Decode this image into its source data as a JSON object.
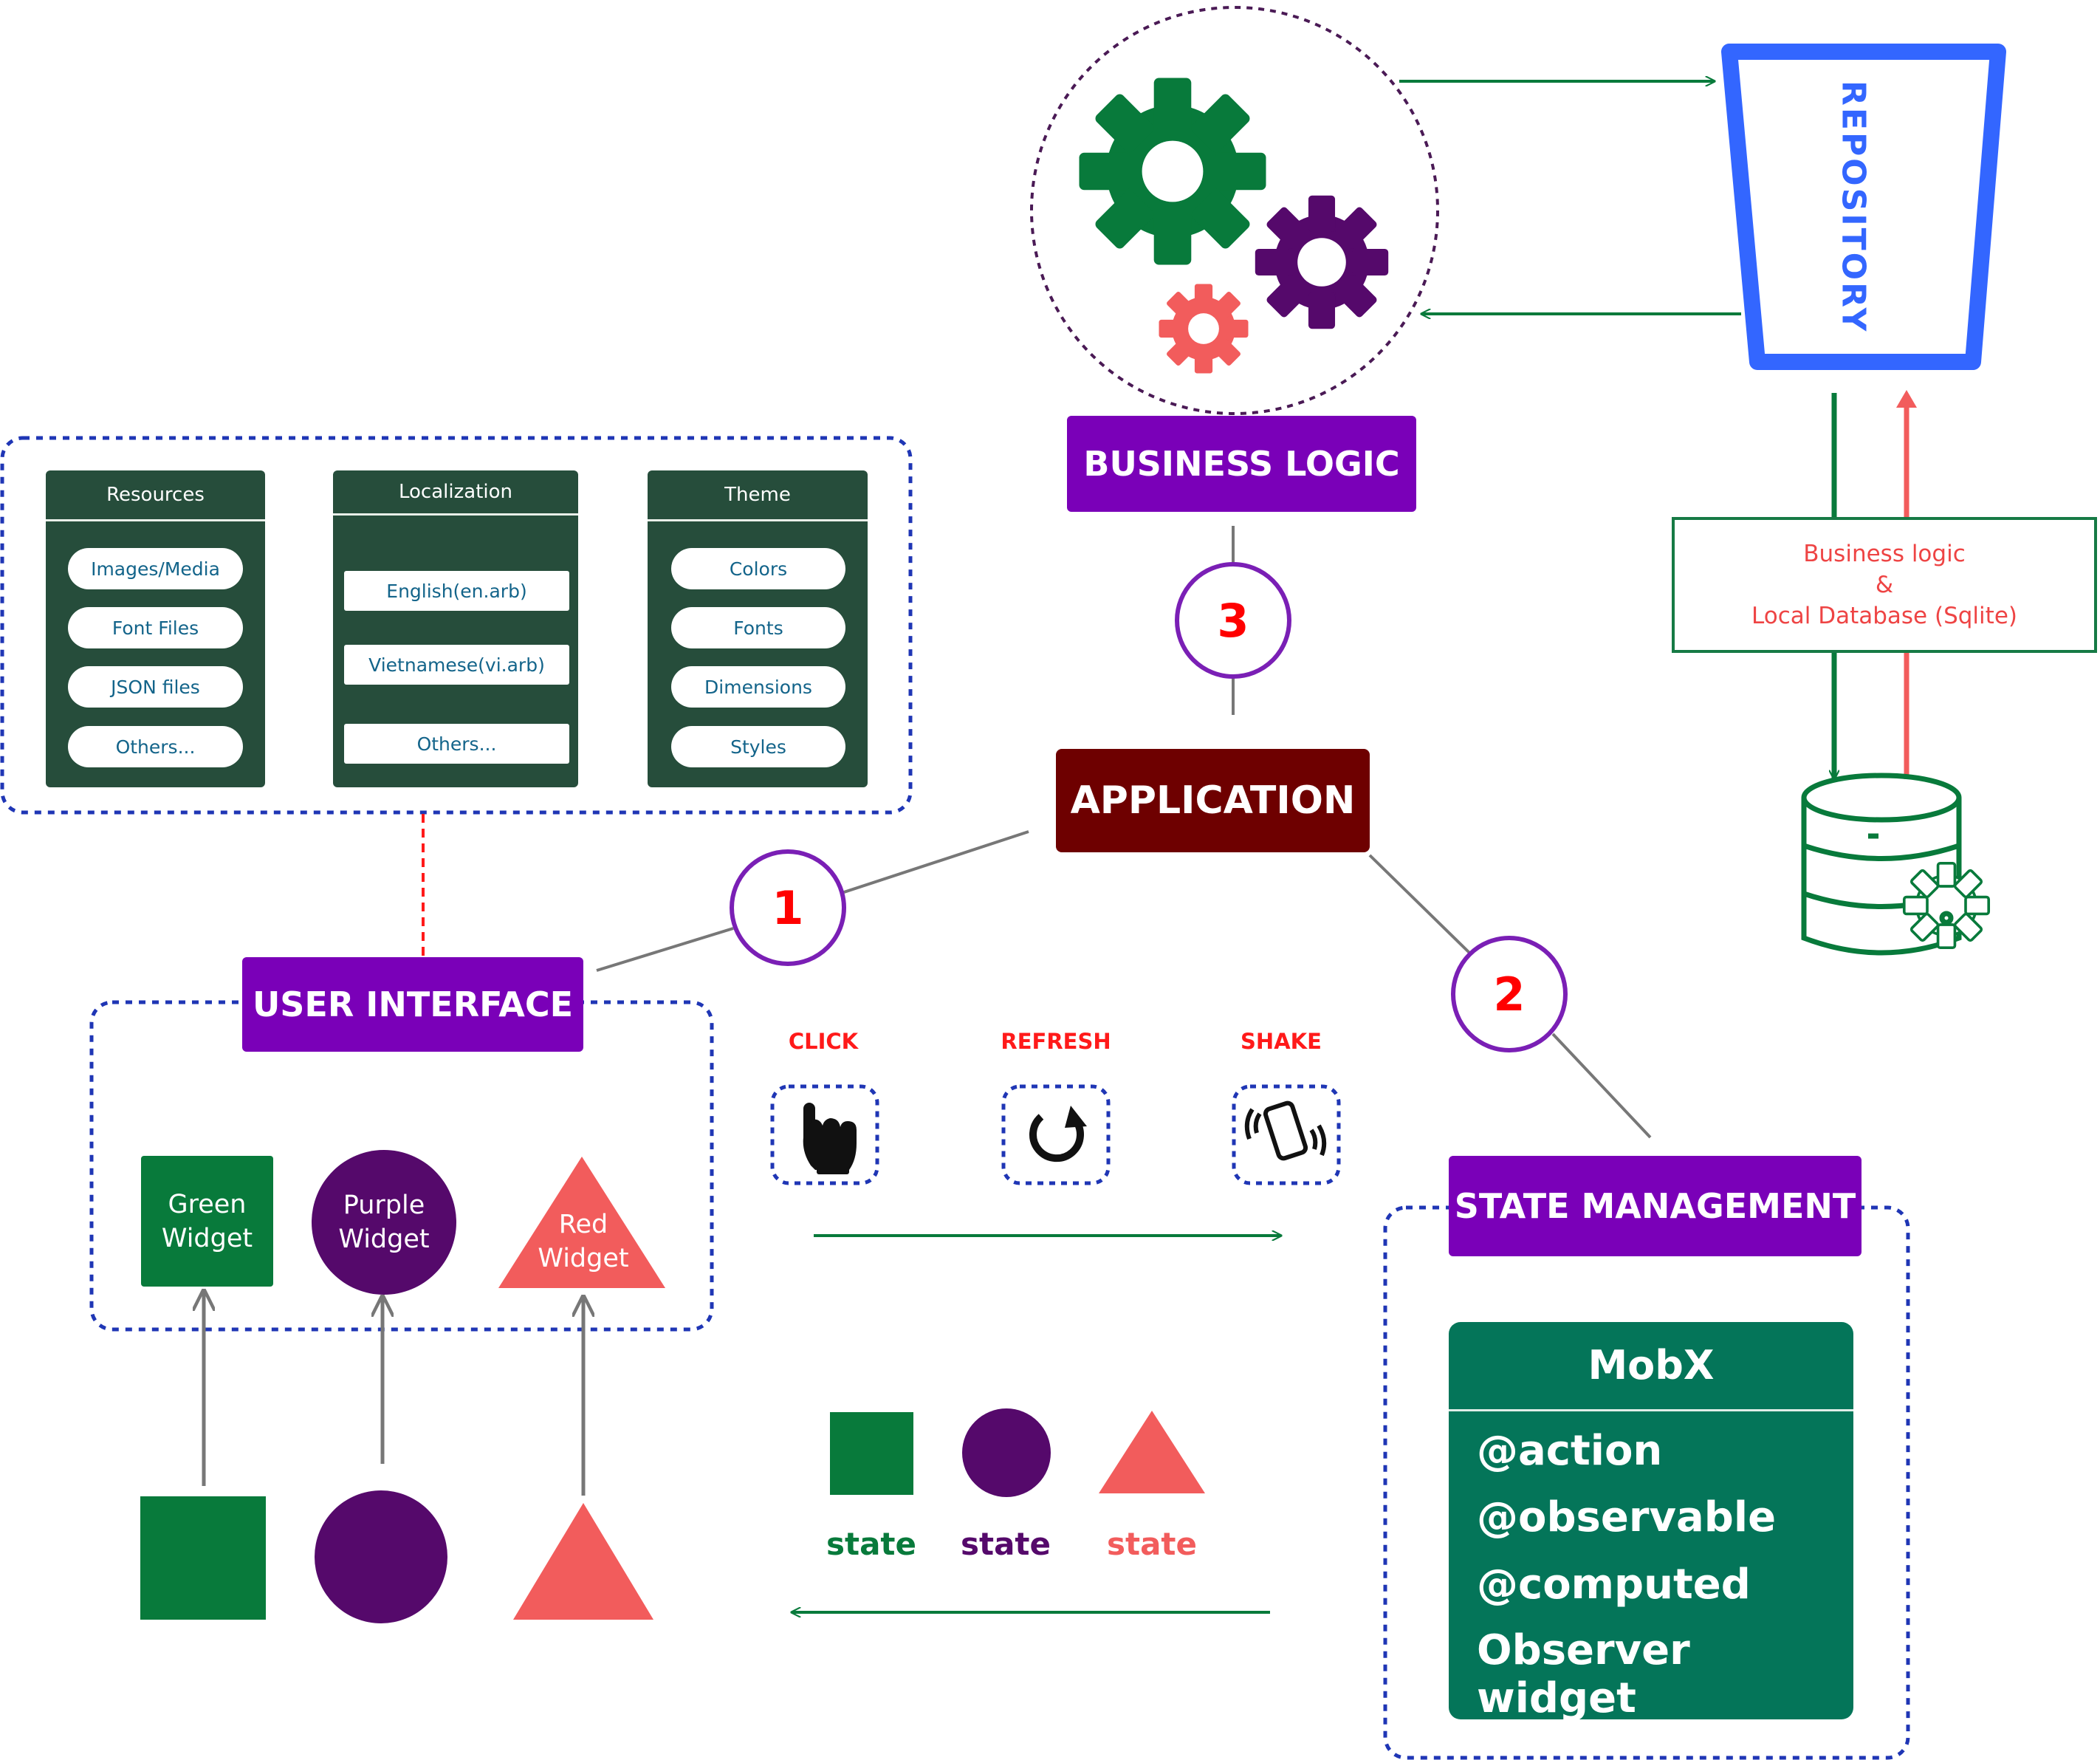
{
  "nodes": {
    "business_logic": "BUSINESS LOGIC",
    "application": "APPLICATION",
    "user_interface": "USER INTERFACE",
    "state_management": "STATE MANAGEMENT",
    "repository": "REPOSITORY"
  },
  "steps": [
    "1",
    "2",
    "3"
  ],
  "resources": {
    "title": "Resources",
    "items": [
      "Images/Media",
      "Font Files",
      "JSON files",
      "Others..."
    ]
  },
  "localization": {
    "title": "Localization",
    "items": [
      "English(en.arb)",
      "Vietnamese(vi.arb)",
      "Others..."
    ]
  },
  "theme": {
    "title": "Theme",
    "items": [
      "Colors",
      "Fonts",
      "Dimensions",
      "Styles"
    ]
  },
  "widgets": {
    "green": "Green\nWidget",
    "purple": "Purple\nWidget",
    "red": "Red\nWidget"
  },
  "events": [
    "CLICK",
    "REFRESH",
    "SHAKE"
  ],
  "states": [
    "state",
    "state",
    "state"
  ],
  "mobx": {
    "title": "MobX",
    "items": [
      "@action",
      "@observable",
      "@computed",
      "Observer widget"
    ]
  },
  "repo_note": {
    "line1": "Business logic",
    "line2": "&",
    "line3": "Local Database (Sqlite)"
  },
  "colors": {
    "green": "#087a3b",
    "purple": "#55096b",
    "red": "#f25c5c",
    "primary_purple": "#7a00b8",
    "maroon": "#6e0000",
    "blue": "#3366ff",
    "dark_panel": "#264d3b",
    "mobx_teal": "#047559"
  }
}
